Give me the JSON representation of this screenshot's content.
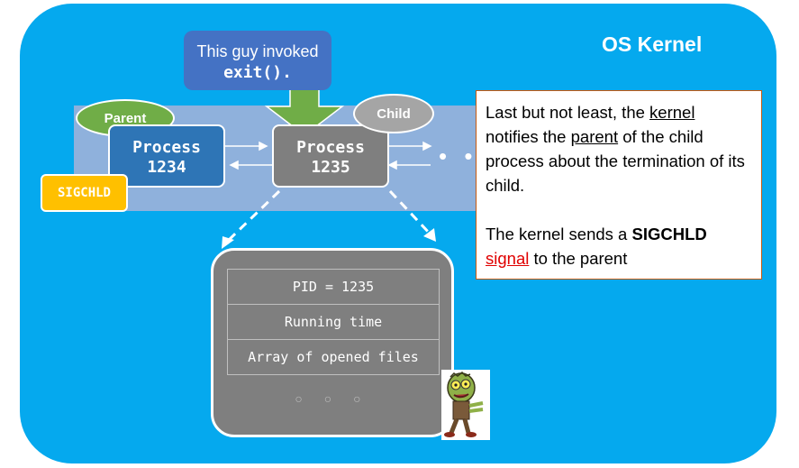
{
  "kernel": {
    "title": "OS Kernel"
  },
  "callout": {
    "line1": "This guy invoked",
    "line2": "exit()."
  },
  "parent_tag": "Parent",
  "child_tag": "Child",
  "process_parent": {
    "line1": "Process",
    "line2": "1234"
  },
  "process_child": {
    "line1": "Process",
    "line2": "1235"
  },
  "more_dots": "• •",
  "signal_badge": "SIGCHLD",
  "note": {
    "p1_a": "Last but not least, the ",
    "p1_kernel": "kernel",
    "p1_b": " notifies the ",
    "p1_parent": "parent",
    "p1_c": " of the child process about the termination of its child.",
    "p2_a": "The kernel sends a ",
    "p2_sig": "SIGCHLD",
    "p2_b": " ",
    "p2_signal": "signal",
    "p2_c": " to the parent"
  },
  "pcb": {
    "rows": [
      "PID = 1235",
      "Running time",
      "Array of opened files"
    ],
    "dots": "○ ○ ○"
  },
  "colors": {
    "kernel_bg": "#05a9ee",
    "parent_process": "#2e75b6",
    "child_process": "#7f7f7f",
    "parent_tag": "#70ad47",
    "child_tag": "#a5a5a5",
    "signal": "#ffc000",
    "callout": "#4472c4",
    "arrow": "#70ad47"
  },
  "icons": {
    "zombie": "zombie-icon"
  }
}
